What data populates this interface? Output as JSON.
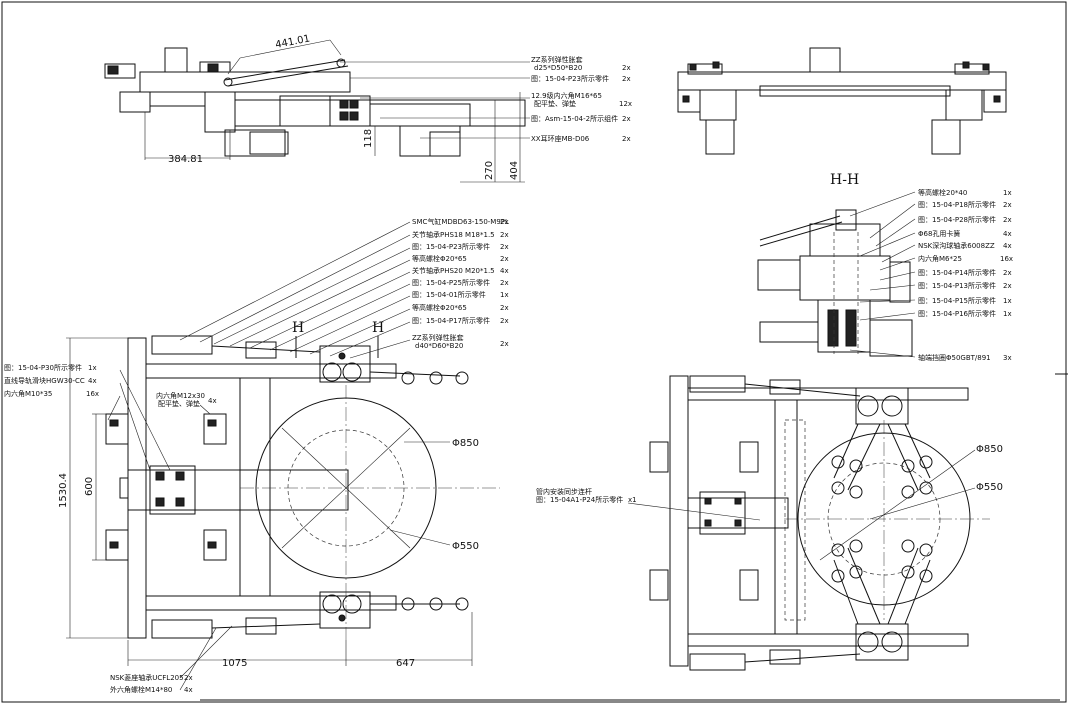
{
  "section_title": "H-H",
  "section_marker": "H",
  "dims": {
    "d441": "441.01",
    "d384": "384.81",
    "d118": "118",
    "d270": "270",
    "d404": "404",
    "d1530": "1530.4",
    "d600": "600",
    "d1075": "1075",
    "d647": "647",
    "phi850": "Φ850",
    "phi550": "Φ550"
  },
  "top_callouts": [
    {
      "text": "ZZ系列弹性胀套",
      "sub": "d25*D50*B20",
      "qty": "2x"
    },
    {
      "text": "图：15-04-P23所示零件",
      "qty": "2x"
    },
    {
      "text": "12.9级内六角M16*65",
      "sub": "配平垫、弹垫",
      "qty": "12x"
    },
    {
      "text": "图：Asm-15-04-2所示组件",
      "qty": "2x"
    },
    {
      "text": "XX耳环座MB-D06",
      "qty": "2x"
    }
  ],
  "hh_callouts": [
    {
      "text": "等高螺栓20*40",
      "qty": "1x"
    },
    {
      "text": "图：15-04-P18所示零件",
      "qty": "2x"
    },
    {
      "text": "图：15-04-P28所示零件",
      "qty": "2x"
    },
    {
      "text": "Φ68孔用卡簧",
      "qty": "4x"
    },
    {
      "text": "NSK深沟球轴承6008ZZ",
      "qty": "4x"
    },
    {
      "text": "内六角M6*25",
      "qty": "16x"
    },
    {
      "text": "图：15-04-P14所示零件",
      "qty": "2x"
    },
    {
      "text": "图：15-04-P13所示零件",
      "qty": "2x"
    },
    {
      "text": "图：15-04-P15所示零件",
      "qty": "1x"
    },
    {
      "text": "图：15-04-P16所示零件",
      "qty": "1x"
    },
    {
      "text": "轴端挡圈Φ50GBT/891",
      "qty": "3x"
    }
  ],
  "plan_callouts": [
    {
      "text": "SMC气缸MDBD63-150-M9PL",
      "qty": "2x"
    },
    {
      "text": "关节轴承PHS18  M18*1.5",
      "qty": "2x"
    },
    {
      "text": "图：15-04-P23所示零件",
      "qty": "2x"
    },
    {
      "text": "等高螺栓Φ20*65",
      "qty": "2x"
    },
    {
      "text": "关节轴承PHS20  M20*1.5",
      "qty": "4x"
    },
    {
      "text": "图：15-04-P25所示零件",
      "qty": "2x"
    },
    {
      "text": "图：15-04-01所示零件",
      "qty": "1x"
    },
    {
      "text": "等高螺栓Φ20*65",
      "qty": "2x"
    },
    {
      "text": "图：15-04-P17所示零件",
      "qty": "2x"
    },
    {
      "text": "ZZ系列弹性胀套",
      "sub": "d40*D60*B20",
      "qty": "2x"
    }
  ],
  "left_callouts": [
    {
      "text": "图：15-04-P30所示零件",
      "qty": "1x"
    },
    {
      "text": "直线导轨滑块HGW30-CC",
      "qty": "4x"
    },
    {
      "text": "内六角M10*35",
      "qty": "16x"
    }
  ],
  "inner_callout": {
    "text": "内六角M12x30",
    "sub": "配平垫、弹垫",
    "qty": "4x"
  },
  "bottom_callouts": [
    {
      "text": "NSK菱座轴承UCFL205",
      "qty": "2x"
    },
    {
      "text": "外六角螺栓M14*80",
      "qty": "4x"
    }
  ],
  "right_callout": {
    "text": "管内安装同步连杆",
    "sub": "图：15-04A1-P24所示零件",
    "qty": "x1"
  }
}
